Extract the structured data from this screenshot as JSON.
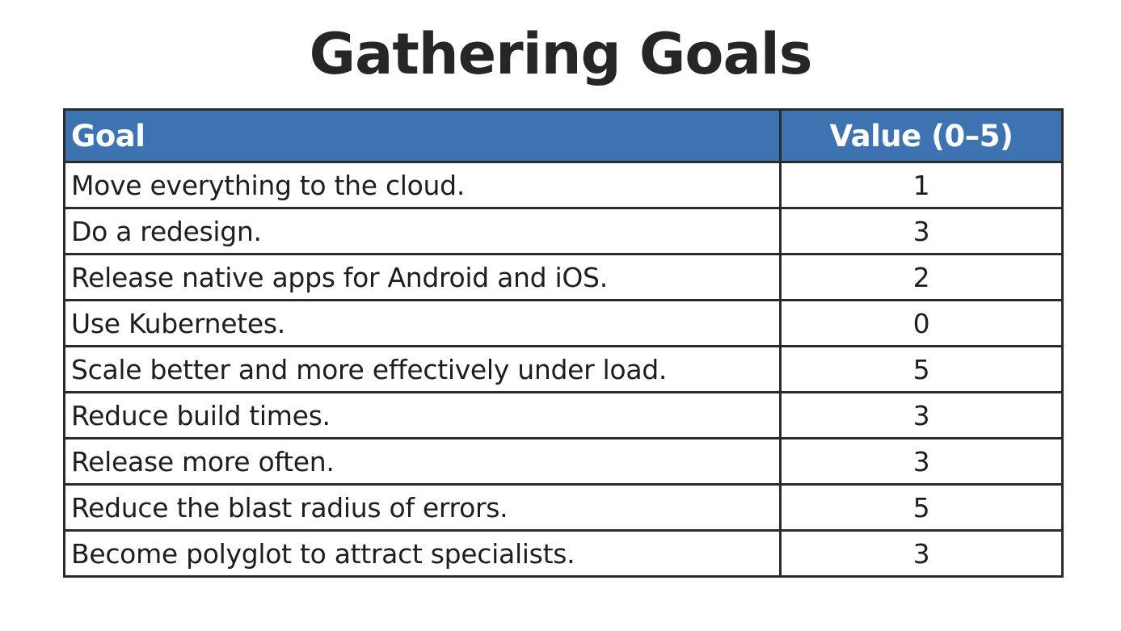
{
  "title": "Gathering Goals",
  "table": {
    "headers": {
      "goal": "Goal",
      "value": "Value (0–5)"
    },
    "rows": [
      {
        "goal": "Move everything to the cloud.",
        "value": "1"
      },
      {
        "goal": "Do a redesign.",
        "value": "3"
      },
      {
        "goal": "Release native apps for Android and iOS.",
        "value": "2"
      },
      {
        "goal": "Use Kubernetes.",
        "value": "0"
      },
      {
        "goal": "Scale better and more effectively under load.",
        "value": "5"
      },
      {
        "goal": "Reduce build times.",
        "value": "3"
      },
      {
        "goal": "Release more often.",
        "value": "3"
      },
      {
        "goal": "Reduce the blast radius of errors.",
        "value": "5"
      },
      {
        "goal": "Become polyglot to attract specialists.",
        "value": "3"
      }
    ]
  },
  "colors": {
    "header_background": "#3c73b0",
    "header_text": "#ffffff",
    "border": "#2b2b2b",
    "title_text": "#262626"
  }
}
